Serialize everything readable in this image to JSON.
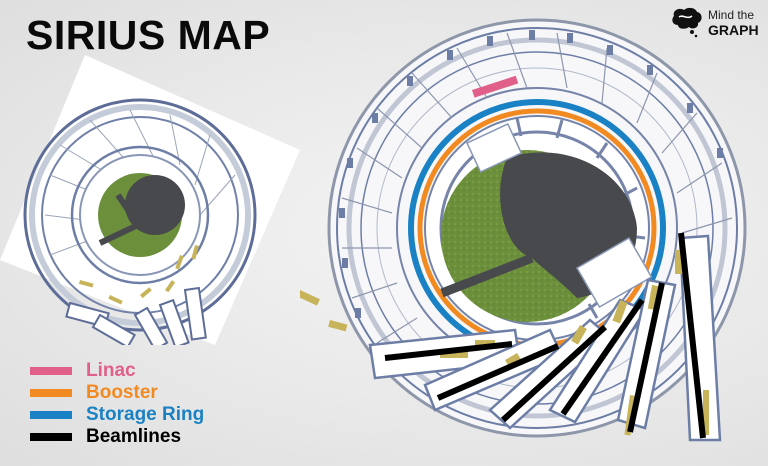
{
  "title": "SIRIUS MAP",
  "logo": {
    "line1": "Mind the",
    "line2": "GRAPH"
  },
  "legend": [
    {
      "label": "Linac",
      "color": "#e0608a"
    },
    {
      "label": "Booster",
      "color": "#f28a22"
    },
    {
      "label": "Storage Ring",
      "color": "#1a82c4"
    },
    {
      "label": "Beamlines",
      "color": "#000000"
    }
  ],
  "colors": {
    "lawn": "#6c8f3c",
    "center": "#48494d",
    "building": "#ffffff",
    "structure": "#6d7ea6",
    "hutch": "#c7b35a"
  }
}
